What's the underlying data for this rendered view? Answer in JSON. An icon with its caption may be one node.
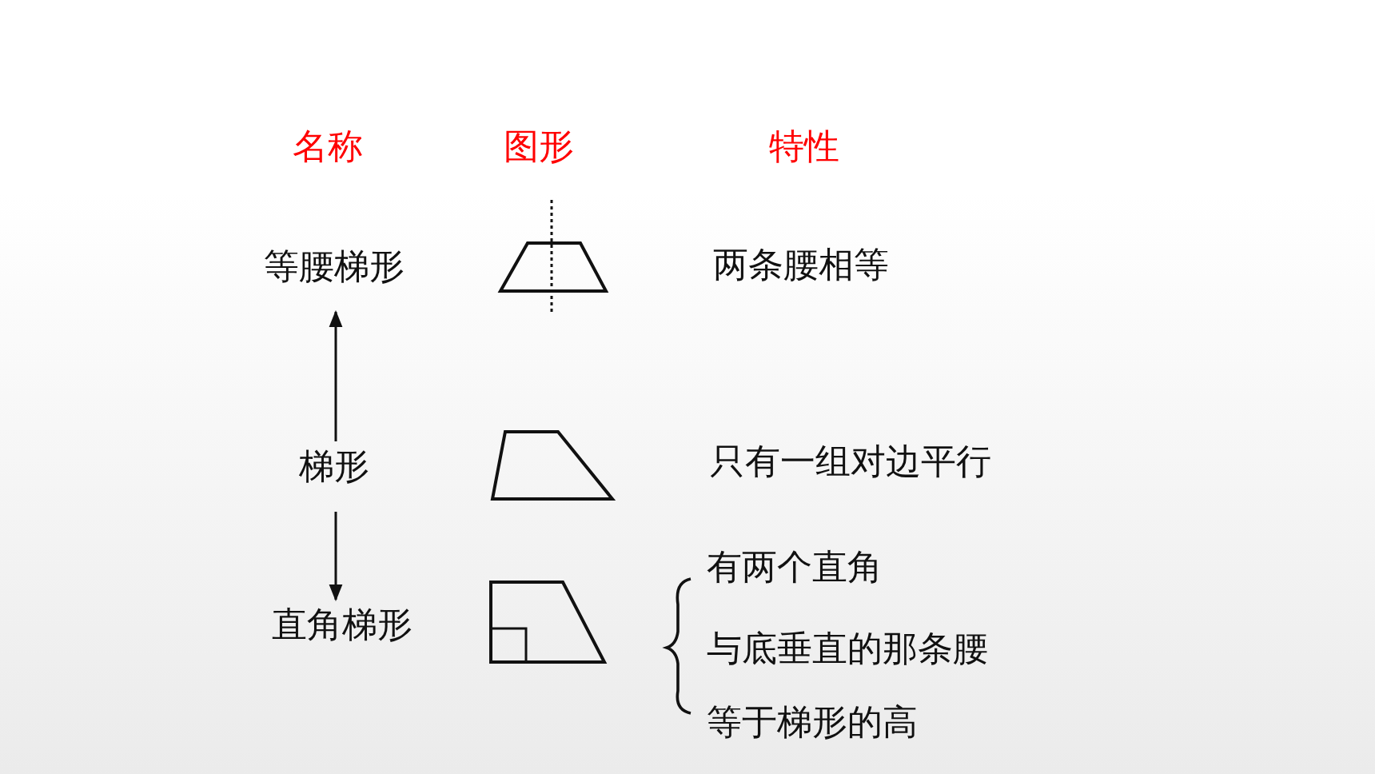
{
  "diagram": {
    "nodes": [
      {
        "text": [
          "等腰梯形"
        ]
      },
      {
        "text": [
          "梯形"
        ]
      },
      {
        "text": [
          "直角梯形"
        ]
      }
    ],
    "edges": [
      {
        "from": 1,
        "to": 0,
        "arrow": "to"
      },
      {
        "from": 1,
        "to": 2,
        "arrow": "to"
      }
    ],
    "labels": [
      "名称",
      "图形",
      "特性",
      "两条腰相等",
      "只有一组对边平行",
      "有两个直角",
      "与底垂直的那条腰",
      "等于梯形的高"
    ]
  }
}
